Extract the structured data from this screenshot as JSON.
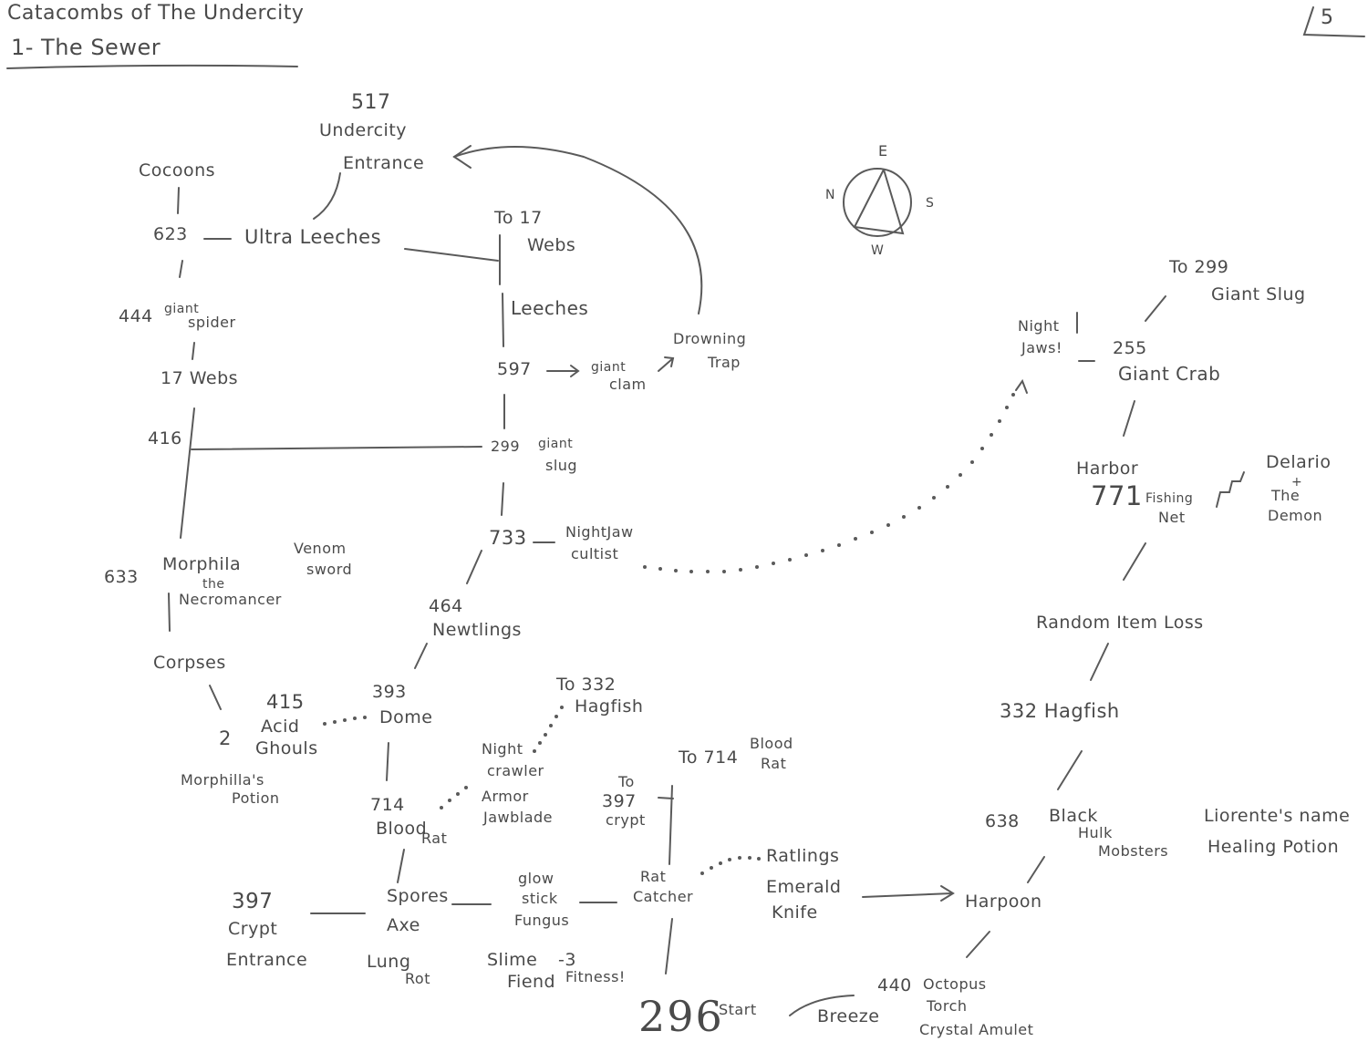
{
  "header": {
    "title": "Catacombs of The Undercity",
    "subtitle": "1- The Sewer",
    "page_number": "5"
  },
  "compass": {
    "n": "N",
    "e": "E",
    "s": "S",
    "w": "W"
  },
  "nodes": {
    "n517": "517",
    "undercity": "Undercity",
    "entrance": "Entrance",
    "cocoons": "Cocoons",
    "n623": "623",
    "ultra_leeches": "Ultra Leeches",
    "to17": "To 17",
    "webs_r": "Webs",
    "leeches": "Leeches",
    "n444": "444",
    "giant_spider_1": "giant",
    "giant_spider_2": "spider",
    "webs17": "17 Webs",
    "n597": "597",
    "giant_clam_1": "giant",
    "giant_clam_2": "clam",
    "drowning_1": "Drowning",
    "drowning_2": "Trap",
    "n416": "416",
    "n299": "299",
    "giant_slug_1": "giant",
    "giant_slug_2": "slug",
    "n733": "733",
    "nightjaw_1": "NightJaw",
    "nightjaw_2": "cultist",
    "n633": "633",
    "morphila": "Morphila",
    "the": "the",
    "necromancer": "Necromancer",
    "venom_1": "Venom",
    "venom_2": "sword",
    "n464": "464",
    "newtlings": "Newtlings",
    "corpses": "Corpses",
    "n415": "415",
    "acid": "Acid",
    "ghouls": "Ghouls",
    "n2": "2",
    "morphilas_1": "Morphilla's",
    "morphilas_2": "Potion",
    "n393": "393",
    "dome": "Dome",
    "to332": "To 332",
    "hagfish_l": "Hagfish",
    "night_crawler_1": "Night",
    "night_crawler_2": "crawler",
    "armor": "Armor",
    "jawblade": "Jawblade",
    "to714": "To 714",
    "blood_rat_r1": "Blood",
    "blood_rat_r2": "Rat",
    "to397_1": "To",
    "to397_2": "397",
    "to397_3": "crypt",
    "n714": "714",
    "blood": "Blood",
    "rat": "Rat",
    "n397": "397",
    "crypt": "Crypt",
    "crypt_entrance": "Entrance",
    "spores": "Spores",
    "axe": "Axe",
    "lung_1": "Lung",
    "lung_2": "Rot",
    "glow_1": "glow",
    "glow_2": "stick",
    "fungus": "Fungus",
    "slime_1": "Slime",
    "slime_2": "Fiend",
    "minus3": "-3",
    "fitness": "Fitness!",
    "rat_catcher_1": "Rat",
    "rat_catcher_2": "Catcher",
    "ratlings": "Ratlings",
    "emerald": "Emerald",
    "knife": "Knife",
    "harpoon": "Harpoon",
    "n296": "296",
    "start": "Start",
    "breeze": "Breeze",
    "n440": "440",
    "octopus": "Octopus",
    "torch": "Torch",
    "crystal": "Crystal Amulet",
    "night_jaws_1": "Night",
    "night_jaws_2": "Jaws!",
    "to299": "To 299",
    "giant_slug_r": "Giant Slug",
    "n255": "255",
    "giant_crab": "Giant Crab",
    "harbor": "Harbor",
    "n771": "771",
    "fishing_1": "Fishing",
    "fishing_2": "Net",
    "delario": "Delario",
    "plus": "+",
    "the_demon_1": "The",
    "the_demon_2": "Demon",
    "random": "Random Item Loss",
    "n332": "332 Hagfish",
    "n638": "638",
    "black_1": "Black",
    "black_2": "Hulk",
    "black_3": "Mobsters",
    "liorente": "Liorente's name",
    "healing": "Healing Potion"
  }
}
